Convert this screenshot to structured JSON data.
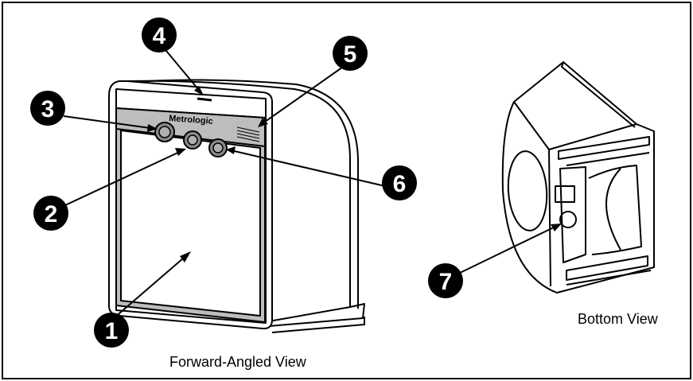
{
  "brand_label": "Metrologic",
  "views": {
    "forward": "Forward-Angled View",
    "bottom": "Bottom View"
  },
  "callouts": [
    "1",
    "2",
    "3",
    "4",
    "5",
    "6",
    "7"
  ],
  "colors": {
    "outline": "#000000",
    "window_gray": "#bdbdbd",
    "callout_fill": "#000000"
  }
}
